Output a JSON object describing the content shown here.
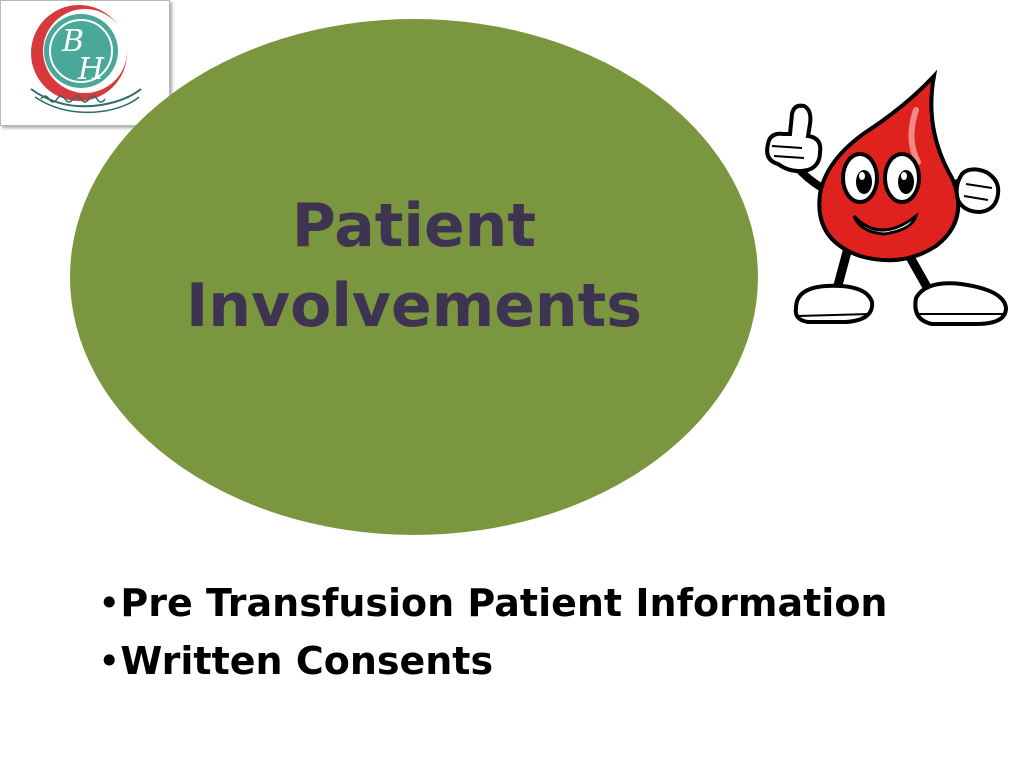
{
  "colors": {
    "ellipse_fill": "#7a963e",
    "title_text": "#3f3352",
    "bullet_text": "#000000",
    "logo_teal": "#4aa89a",
    "logo_red": "#d63a3e",
    "mascot_red": "#e0221e"
  },
  "logo": {
    "icon": "hospital-logo-icon",
    "letters": [
      "B",
      "H"
    ]
  },
  "title": {
    "line1": "Patient",
    "line2": "Involvements"
  },
  "mascot": {
    "icon": "blood-drop-mascot-thumbs-up-icon"
  },
  "bullets": [
    {
      "marker": "•",
      "text": "Pre Transfusion Patient Information"
    },
    {
      "marker": "•",
      "text": "Written Consents"
    }
  ]
}
